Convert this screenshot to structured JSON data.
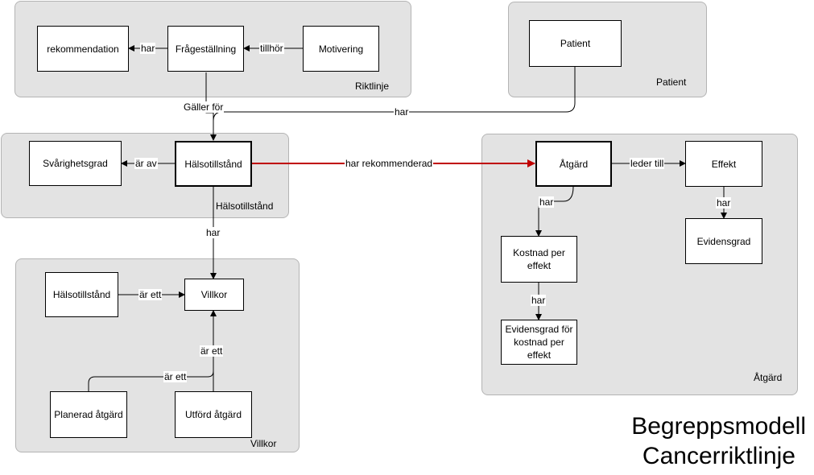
{
  "groups": {
    "riktlinje": "Riktlinje",
    "patient": "Patient",
    "halsotillstand": "Hälsotillstånd",
    "villkor": "Villkor",
    "atgard": "Åtgärd"
  },
  "nodes": {
    "rekommendation": "rekommendation",
    "fragestallning": "Frågeställning",
    "motivering": "Motivering",
    "patient": "Patient",
    "svarighetsgrad": "Svårighetsgrad",
    "halsotillstand": "Hälsotillstånd",
    "atgard": "Åtgärd",
    "effekt": "Effekt",
    "evidensgrad": "Evidensgrad",
    "kostnad": "Kostnad per effekt",
    "evidens_kostnad": "Evidensgrad för kostnad per effekt",
    "villkor_halsotillstand": "Hälsotillstånd",
    "villkor": "Villkor",
    "planerad": "Planerad åtgärd",
    "utford": "Utförd åtgärd"
  },
  "edges": {
    "har_rek": "har",
    "tillhor": "tillhör",
    "galler_for": "Gäller för",
    "patient_har": "har",
    "ar_av": "är av",
    "har_rekommenderad": "har rekommenderad",
    "leder_till": "leder till",
    "effekt_har": "har",
    "atgard_har": "har",
    "kostnad_har": "har",
    "halso_har": "har",
    "ar_ett_halso": "är ett",
    "ar_ett_utford": "är ett",
    "ar_ett_planerad": "är ett"
  },
  "colors": {
    "group_fill": "#e3e3e3",
    "edge": "#000000",
    "recommended_edge": "#c00000"
  },
  "title": {
    "line1": "Begreppsmodell",
    "line2": "Cancerriktlinje"
  }
}
